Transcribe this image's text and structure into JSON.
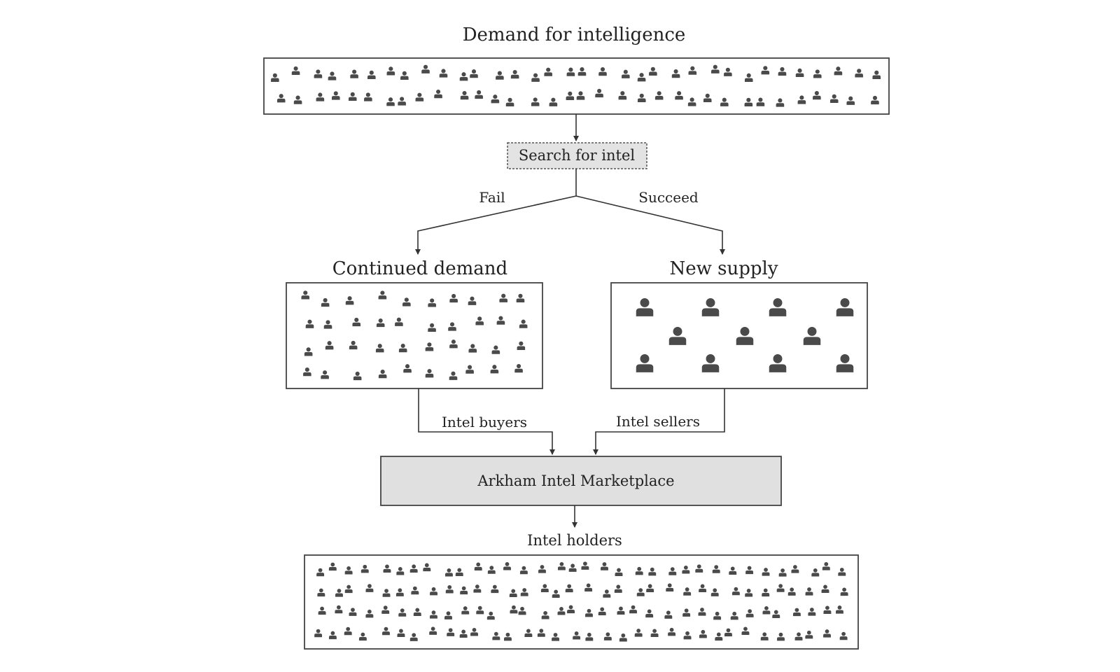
{
  "diagram": {
    "title": "Demand for intelligence",
    "search_node": "Search for intel",
    "branch_fail": "Fail",
    "branch_succeed": "Succeed",
    "continued_demand": "Continued demand",
    "new_supply": "New supply",
    "edge_buyers": "Intel buyers",
    "edge_sellers": "Intel sellers",
    "marketplace": "Arkham Intel Marketplace",
    "holders": "Intel holders"
  },
  "colors": {
    "person_icon": "#4a4a4a",
    "box_fill": "#e0e0e0",
    "border": "#444444"
  },
  "icons": {
    "crowd": "person-icon"
  }
}
